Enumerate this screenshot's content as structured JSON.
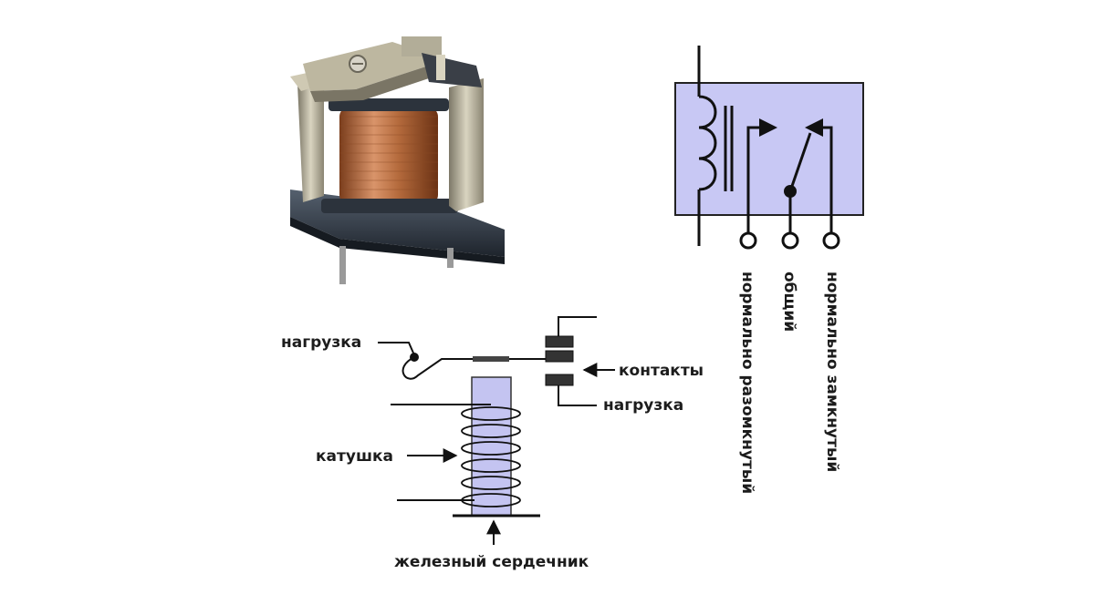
{
  "colors": {
    "background": "#ffffff",
    "line": "#111111",
    "coil_fill": "#c4c4f1",
    "box_fill": "#c8c8f4",
    "copper": "#b46a3c",
    "relay_body": "#2e3642"
  },
  "photo": {
    "icon": "relay-photo-icon"
  },
  "schematic": {
    "labels": {
      "normally_open": "нормально разомкнутый",
      "common": "общий",
      "normally_closed": "нормально замкнутый"
    }
  },
  "cutaway": {
    "labels": {
      "load_top": "нагрузка",
      "contacts": "контакты",
      "load_right": "нагрузка",
      "coil": "катушка",
      "core": "железный сердечник"
    }
  }
}
